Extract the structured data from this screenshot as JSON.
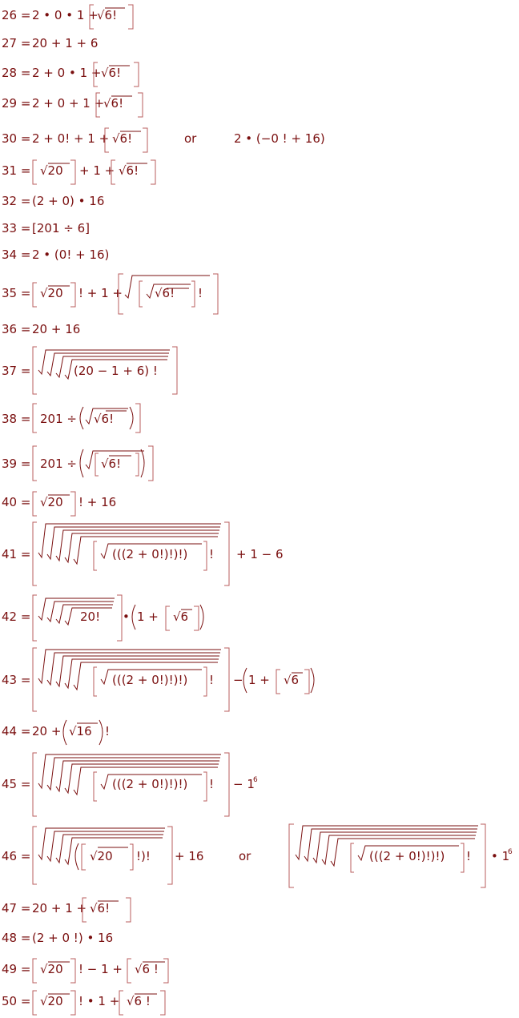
{
  "equations": [
    {
      "n": "26",
      "lhs": "26 =",
      "parts": [
        "2 • 0 • 1 +",
        "√6!"
      ]
    },
    {
      "n": "27",
      "lhs": "27 =",
      "parts": [
        "20 + 1 + 6"
      ]
    },
    {
      "n": "28",
      "lhs": "28 =",
      "parts": [
        "2 + 0 • 1 +",
        "√6!"
      ]
    },
    {
      "n": "29",
      "lhs": "29 =",
      "parts": [
        "2 + 0 + 1 +",
        "√6!"
      ]
    },
    {
      "n": "30",
      "lhs": "30 =",
      "parts": [
        "2 + 0! + 1 +",
        "√6!"
      ],
      "alt_word": "or",
      "alt": "2 • (−0 ! + 16)"
    },
    {
      "n": "31",
      "lhs": "31 =",
      "parts": [
        "√20",
        "+ 1 +",
        "√6!"
      ]
    },
    {
      "n": "32",
      "lhs": "32 =",
      "parts": [
        "(2 + 0) • 16"
      ]
    },
    {
      "n": "33",
      "lhs": "33 =",
      "parts": [
        "[201 ÷ 6]"
      ]
    },
    {
      "n": "34",
      "lhs": "34 =",
      "parts": [
        "2 • (0! + 16)"
      ]
    },
    {
      "n": "35",
      "lhs": "35 =",
      "parts": [
        "√20",
        "! + 1 +",
        "√6!",
        "!"
      ]
    },
    {
      "n": "36",
      "lhs": "36 =",
      "parts": [
        "20 + 16"
      ]
    },
    {
      "n": "37",
      "lhs": "37 =",
      "parts": [
        "(20 − 1 + 6) !"
      ]
    },
    {
      "n": "38",
      "lhs": "38 =",
      "parts": [
        "201 ÷",
        "√6!"
      ]
    },
    {
      "n": "39",
      "lhs": "39 =",
      "parts": [
        "201 ÷",
        "√6!"
      ]
    },
    {
      "n": "40",
      "lhs": "40 =",
      "parts": [
        "√20",
        "! + 16"
      ]
    },
    {
      "n": "41",
      "lhs": "41 =",
      "parts": [
        "(((2 + 0!)!)!)",
        "!",
        "+ 1 − 6"
      ]
    },
    {
      "n": "42",
      "lhs": "42 =",
      "parts": [
        "20!",
        "•",
        "1 +",
        "√6"
      ]
    },
    {
      "n": "43",
      "lhs": "43 =",
      "parts": [
        "(((2 + 0!)!)!)",
        "!",
        "−",
        "1 +",
        "√6"
      ]
    },
    {
      "n": "44",
      "lhs": "44 =",
      "parts": [
        "20 +",
        "√16",
        "!"
      ]
    },
    {
      "n": "45",
      "lhs": "45 =",
      "parts": [
        "(((2 + 0!)!)!)",
        "!",
        "− 1",
        "6"
      ]
    },
    {
      "n": "46",
      "lhs": "46 =",
      "parts": [
        "√20",
        "!)!",
        "+ 16"
      ],
      "alt_word": "or",
      "alt_parts": [
        "(((2 + 0!)!)!)",
        "!",
        "• 1",
        "6"
      ]
    },
    {
      "n": "47",
      "lhs": "47 =",
      "parts": [
        "20 + 1 +",
        "√6!"
      ]
    },
    {
      "n": "48",
      "lhs": "48 =",
      "parts": [
        "(2 + 0 !) • 16"
      ]
    },
    {
      "n": "49",
      "lhs": "49 =",
      "parts": [
        "√20",
        "! − 1 +",
        "√6 !"
      ]
    },
    {
      "n": "50",
      "lhs": "50 =",
      "parts": [
        "√20",
        "! • 1 +",
        "√6 !"
      ]
    }
  ]
}
